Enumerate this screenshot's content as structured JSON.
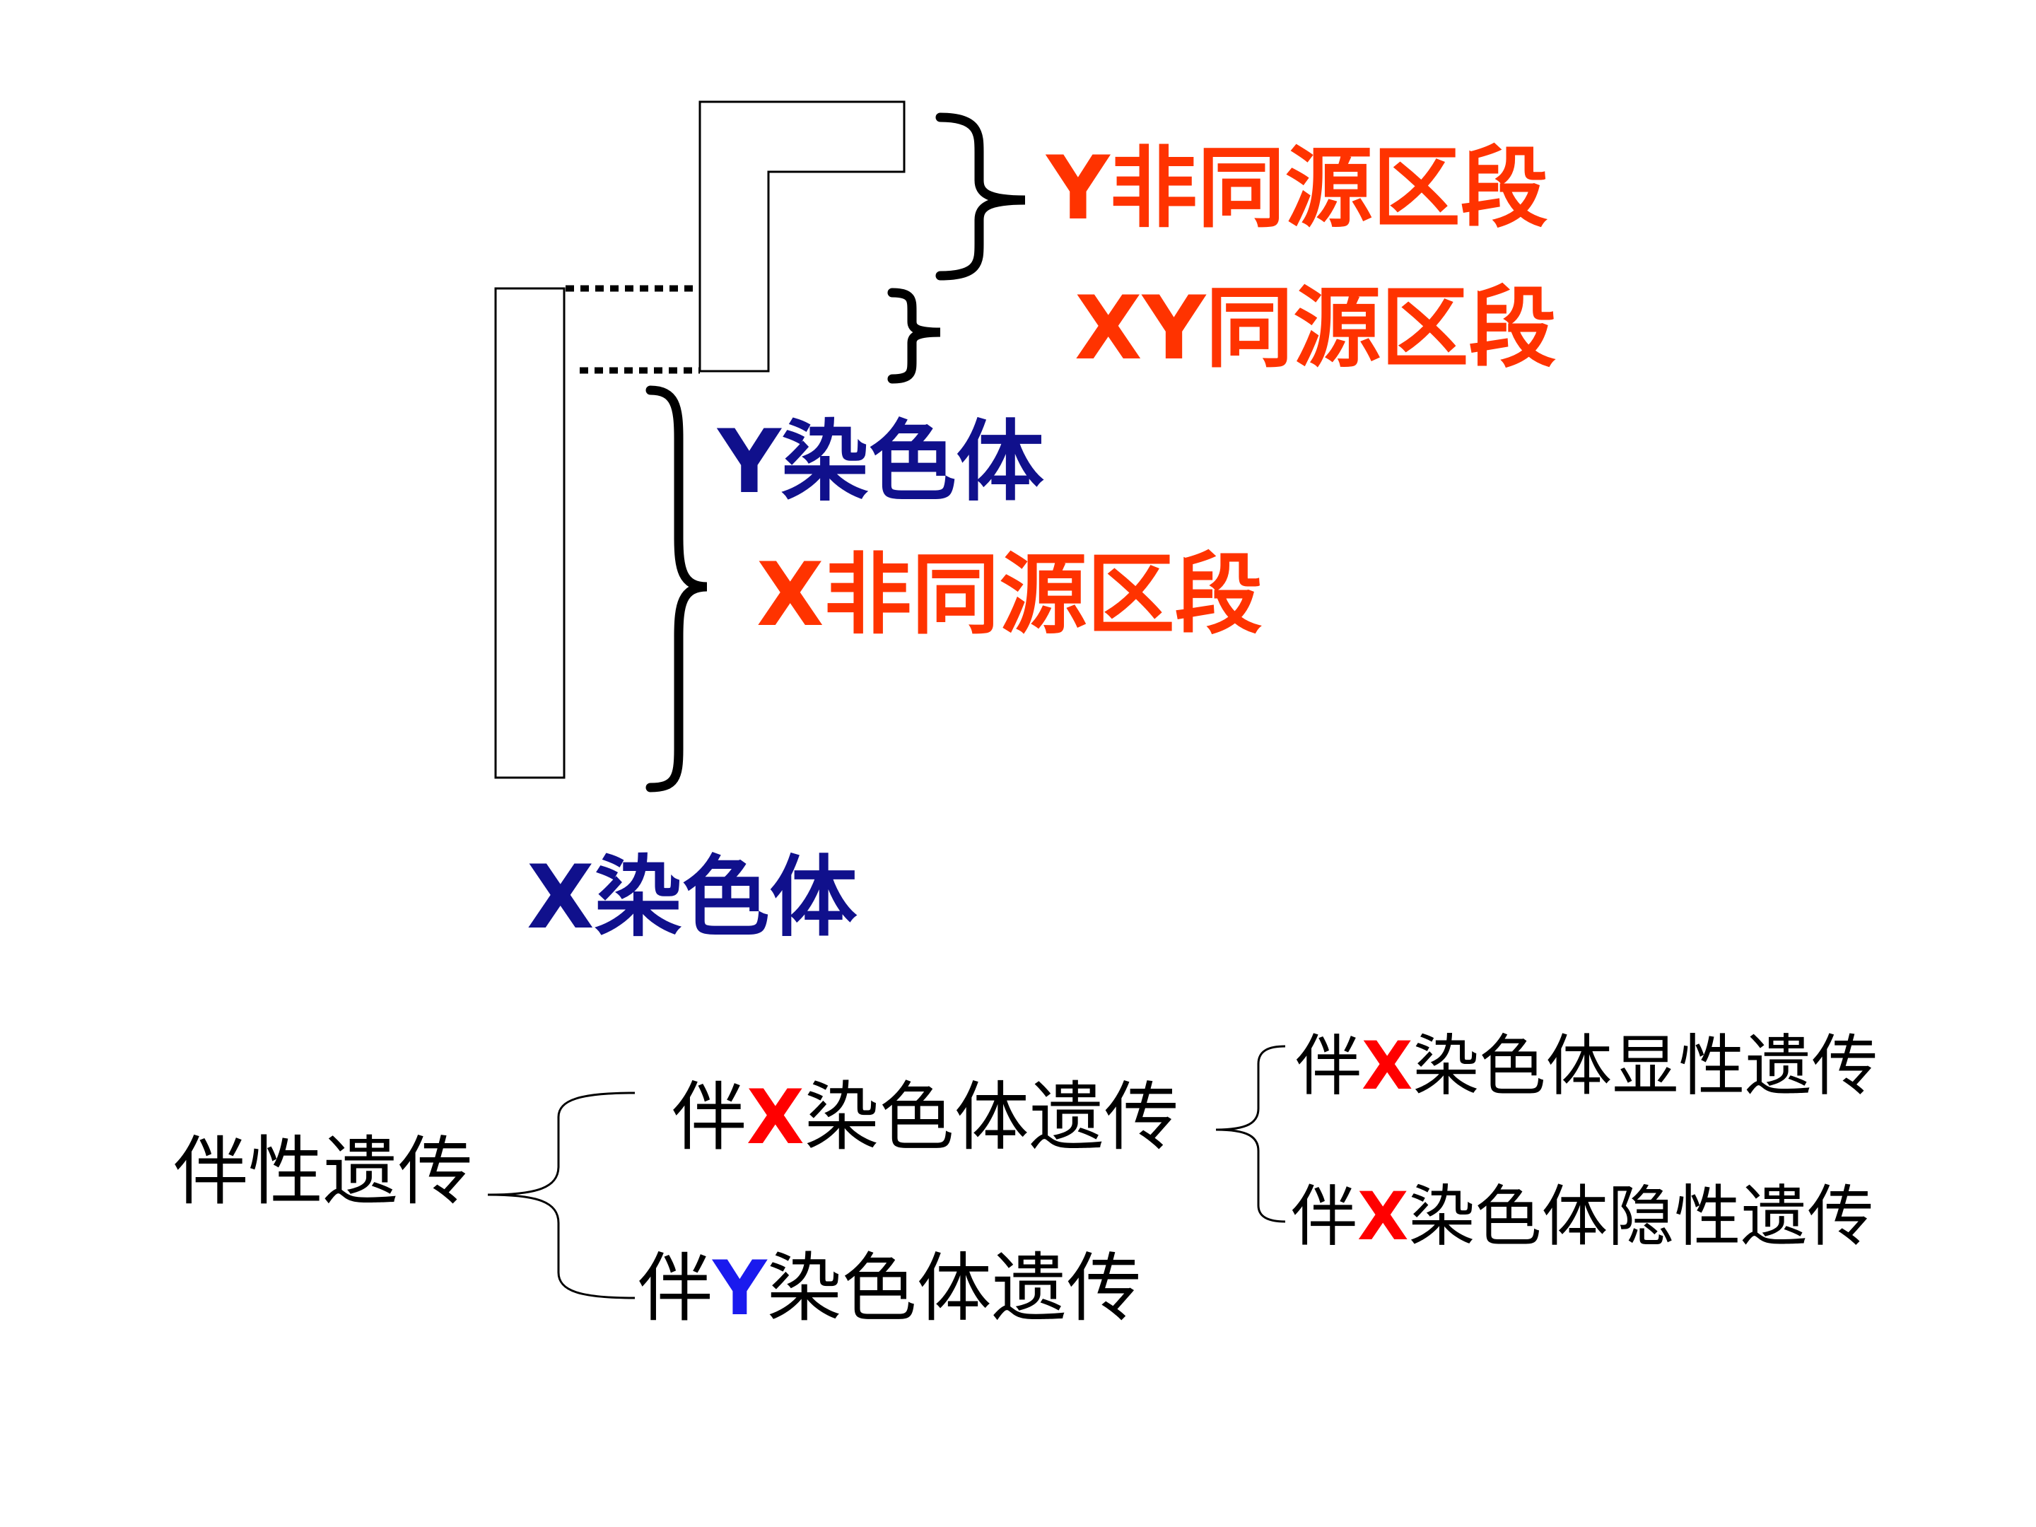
{
  "colors": {
    "region": "#ff3300",
    "chromosome": "#10108c",
    "text": "#000000",
    "x_letter": "#ff0000",
    "y_letter": "#1a1aee"
  },
  "chromosome_diagram": {
    "y_nonhomologous": "Y非同源区段",
    "xy_homologous": "XY同源区段",
    "y_chromosome": "Y染色体",
    "x_nonhomologous": "X非同源区段",
    "x_chromosome": "X染色体"
  },
  "classification_tree": {
    "root": "伴性遗传",
    "x_linked": {
      "prefix": "伴",
      "letter": "X",
      "suffix": "染色体遗传"
    },
    "y_linked": {
      "prefix": "伴",
      "letter": "Y",
      "suffix": "染色体遗传"
    },
    "x_dominant": {
      "prefix": "伴",
      "letter": "X",
      "suffix": "染色体显性遗传"
    },
    "x_recessive": {
      "prefix": "伴",
      "letter": "X",
      "suffix": "染色体隐性遗传"
    }
  }
}
